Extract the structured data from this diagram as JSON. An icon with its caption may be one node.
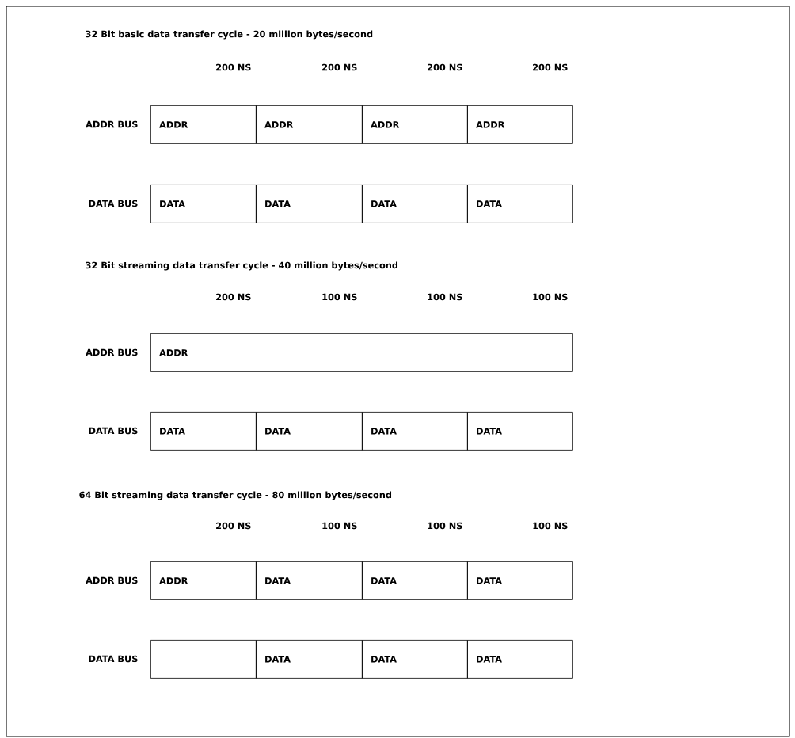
{
  "diagram": {
    "nodes": [
      {
        "text": [
          "ADDR"
        ]
      },
      {
        "text": [
          "ADDR"
        ]
      },
      {
        "text": [
          "ADDR"
        ]
      },
      {
        "text": [
          "ADDR"
        ]
      },
      {
        "text": [
          "DATA"
        ]
      },
      {
        "text": [
          "DATA"
        ]
      },
      {
        "text": [
          "DATA"
        ]
      },
      {
        "text": [
          "DATA"
        ]
      },
      {
        "text": [
          "ADDR"
        ]
      },
      {
        "text": [
          "DATA"
        ]
      },
      {
        "text": [
          "DATA"
        ]
      },
      {
        "text": [
          "DATA"
        ]
      },
      {
        "text": [
          "DATA"
        ]
      },
      {
        "text": [
          "ADDR"
        ]
      },
      {
        "text": [
          "DATA"
        ]
      },
      {
        "text": [
          "DATA"
        ]
      },
      {
        "text": [
          "DATA"
        ]
      },
      {
        "text": [],
        "shape": "box"
      },
      {
        "text": [
          "DATA"
        ]
      },
      {
        "text": [
          "DATA"
        ]
      },
      {
        "text": [
          "DATA"
        ]
      }
    ],
    "labels": [
      "32 Bit basic data transfer cycle - 20 million bytes/second",
      "200 NS",
      "200 NS",
      "200 NS",
      "200 NS",
      "ADDR BUS",
      "DATA BUS",
      "32 Bit streaming data transfer cycle - 40 million bytes/second",
      "200 NS",
      "100 NS",
      "100 NS",
      "100 NS",
      "ADDR BUS",
      "DATA BUS",
      "64 Bit streaming data transfer cycle - 80 million bytes/second",
      "200 NS",
      "100 NS",
      "100 NS",
      "100 NS",
      "ADDR BUS",
      "DATA BUS"
    ]
  }
}
